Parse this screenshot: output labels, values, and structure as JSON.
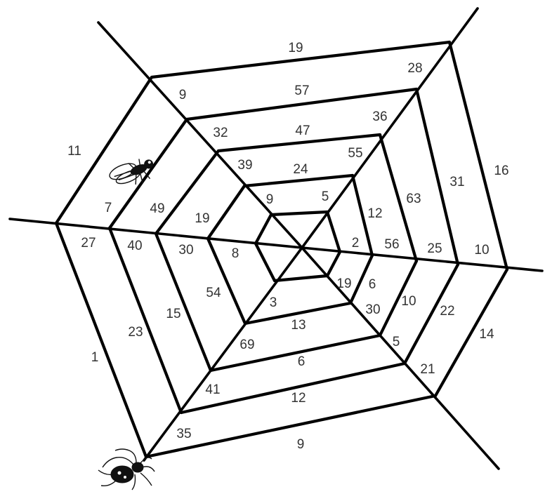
{
  "web": {
    "ring1": {
      "edges": [
        "11",
        "19",
        "16",
        "14",
        "9",
        "1"
      ]
    },
    "ring2": {
      "edges": [
        "7",
        "57",
        "31",
        "22",
        "12",
        "23"
      ]
    },
    "ring3": {
      "edges": [
        "49",
        "47",
        "63",
        "10",
        "6",
        "15"
      ]
    },
    "ring4": {
      "edges": [
        "19",
        "24",
        "12",
        "6",
        "13",
        "54"
      ]
    },
    "ring5": {
      "edges": [
        "9",
        "5",
        "2",
        "19",
        "3",
        "8"
      ]
    },
    "spoke_segments": {
      "upper_left": [
        "9",
        "32",
        "39"
      ],
      "upper_right": [
        "28",
        "36",
        "55"
      ],
      "right": [
        "10",
        "25",
        "56"
      ],
      "lower_right": [
        "21",
        "5",
        "30"
      ],
      "lower_left": [
        "35",
        "41",
        "69"
      ],
      "left": [
        "27",
        "40",
        "30"
      ]
    }
  },
  "figures": {
    "fly": "fly-icon",
    "spider": "spider-icon"
  }
}
